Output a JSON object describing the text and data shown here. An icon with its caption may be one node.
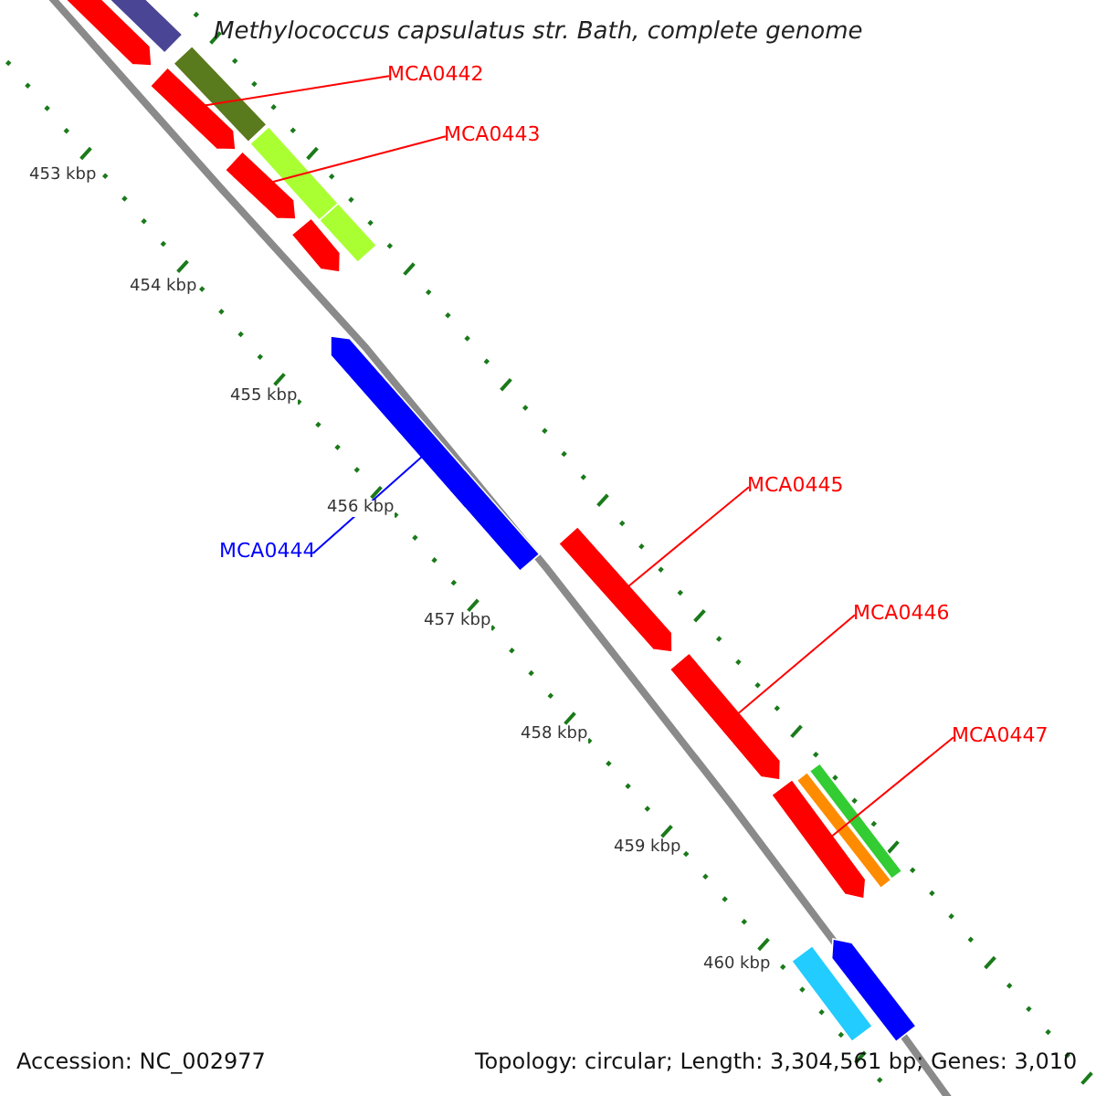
{
  "diagram": {
    "title": "Methylococcus capsulatus str. Bath, complete genome",
    "nodes": [
      {
        "text": [
          "MCA0442"
        ]
      },
      {
        "text": [
          "MCA0443"
        ]
      },
      {
        "text": [
          "MCA0444"
        ]
      },
      {
        "text": [
          "MCA0445"
        ]
      },
      {
        "text": [
          "MCA0446"
        ]
      },
      {
        "text": [
          "MCA0447"
        ]
      },
      {
        "text": [],
        "shape": "bar"
      },
      {
        "text": [],
        "shape": "bar"
      },
      {
        "text": [],
        "shape": "bar"
      },
      {
        "text": [],
        "shape": "bar"
      },
      {
        "text": [],
        "shape": "bar"
      },
      {
        "text": [],
        "shape": "bar"
      },
      {
        "text": [],
        "shape": "bar"
      },
      {
        "text": [],
        "shape": "bar"
      },
      {
        "text": [],
        "shape": "bar"
      },
      {
        "text": [],
        "shape": "bar"
      },
      {
        "text": [],
        "shape": "bar"
      },
      {
        "text": [],
        "shape": "bar"
      },
      {
        "text": [],
        "shape": "bar"
      },
      {
        "text": [],
        "shape": "bar"
      },
      {
        "text": [],
        "shape": "bar"
      },
      {
        "text": [],
        "shape": "bar"
      }
    ],
    "edges": [
      {
        "from": 0,
        "to": 9,
        "arrow": "none"
      },
      {
        "from": 1,
        "to": 11,
        "arrow": "none"
      },
      {
        "from": 2,
        "to": 14,
        "arrow": "none",
        "color": "#0000ff"
      },
      {
        "from": 3,
        "to": 15,
        "arrow": "none"
      },
      {
        "from": 4,
        "to": 16,
        "arrow": "none"
      },
      {
        "from": 5,
        "to": 19,
        "arrow": "none"
      }
    ],
    "labels": [
      "453 kbp",
      "454 kbp",
      "455 kbp",
      "456 kbp",
      "457 kbp",
      "458 kbp",
      "459 kbp",
      "460 kbp",
      "Accession: NC_002977",
      "Topology: circular; Length: 3,304,561 bp; Genes: 3,010"
    ]
  }
}
